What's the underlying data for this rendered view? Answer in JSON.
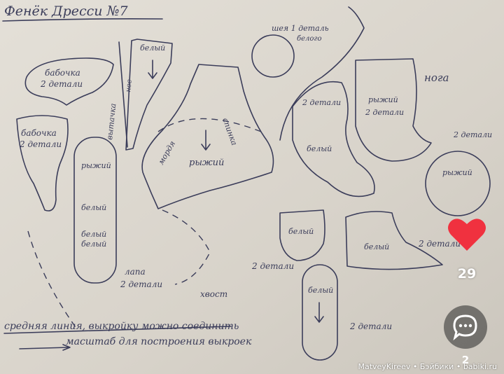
{
  "title": "Фенёк Дресси №7",
  "labels": {
    "butterfly_top": [
      "бабочка",
      "2 детали"
    ],
    "butterfly_left": [
      "бабочка",
      "2 детали"
    ],
    "neck": [
      "шея 1 деталь",
      "белого"
    ],
    "leg_label": "нога",
    "belly_column": "белый",
    "dart": "вытачка",
    "nose": "нос",
    "body_center": "рыжий",
    "body_left": "мордя",
    "body_right": "спинка",
    "paw_top": "рыжий",
    "paw_mid": "белый",
    "paw_low": [
      "белый",
      "белый"
    ],
    "paw_caption": [
      "лапа",
      "2 детали"
    ],
    "tail": "хвост",
    "ear_mid": [
      "2 детали",
      "белый"
    ],
    "ear_red": [
      "рыжий",
      "2 детали"
    ],
    "circle_right": [
      "2 детали",
      "рыжий"
    ],
    "foot_left": [
      "белый",
      "2 детали"
    ],
    "foot_right": [
      "белый",
      "2 детали"
    ],
    "sole": [
      "белый",
      "2 детали"
    ],
    "note_line1": "средняя линия, выкройку можно соединить",
    "note_line2": "масштаб для построения выкроек"
  },
  "social": {
    "like_icon": "heart-icon",
    "likes": "29",
    "comment_icon": "speech-bubble-icon",
    "comments": "2",
    "heart_color": "#f0313f"
  },
  "watermark": "MatveyKireev • Бэйбики • babiki.ru"
}
